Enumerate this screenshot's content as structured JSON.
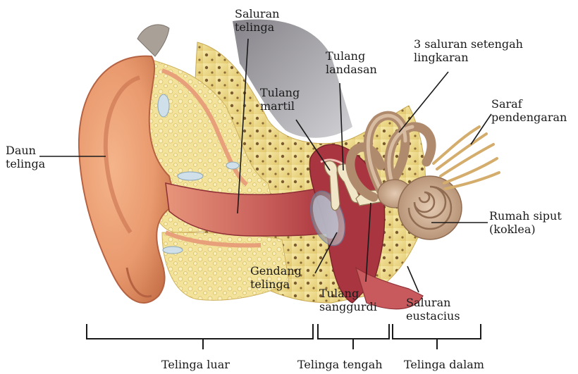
{
  "labels": {
    "daun_telinga": [
      "Daun",
      "telinga"
    ],
    "saluran_telinga": [
      "Saluran",
      "telinga"
    ],
    "tulang_martil": [
      "Tulang",
      "martil"
    ],
    "tulang_landasan": [
      "Tulang",
      "landasan"
    ],
    "saluran_setengah_lingkaran": [
      "3 saluran setengah",
      "lingkaran"
    ],
    "saraf_pendengaran": [
      "Saraf",
      "pendengaran"
    ],
    "rumah_siput": [
      "Rumah siput",
      "(koklea)"
    ],
    "gendang_telinga": [
      "Gendang",
      "telinga"
    ],
    "tulang_sanggurdi": [
      "Tulang",
      "sanggurdi"
    ],
    "saluran_eustacius": [
      "Saluran",
      "eustacius"
    ]
  },
  "regions": {
    "telinga_luar": "Telinga luar",
    "telinga_tengah": "Telinga tengah",
    "telinga_dalam": "Telinga dalam"
  },
  "colors": {
    "skin": "#e99a6e",
    "skin_dark": "#c8724a",
    "bone": "#f1dc8a",
    "canal": "#b8464e",
    "cochlea": "#c9a78c",
    "membrane": "#c7d3e6",
    "leader": "#1a1a1a"
  }
}
